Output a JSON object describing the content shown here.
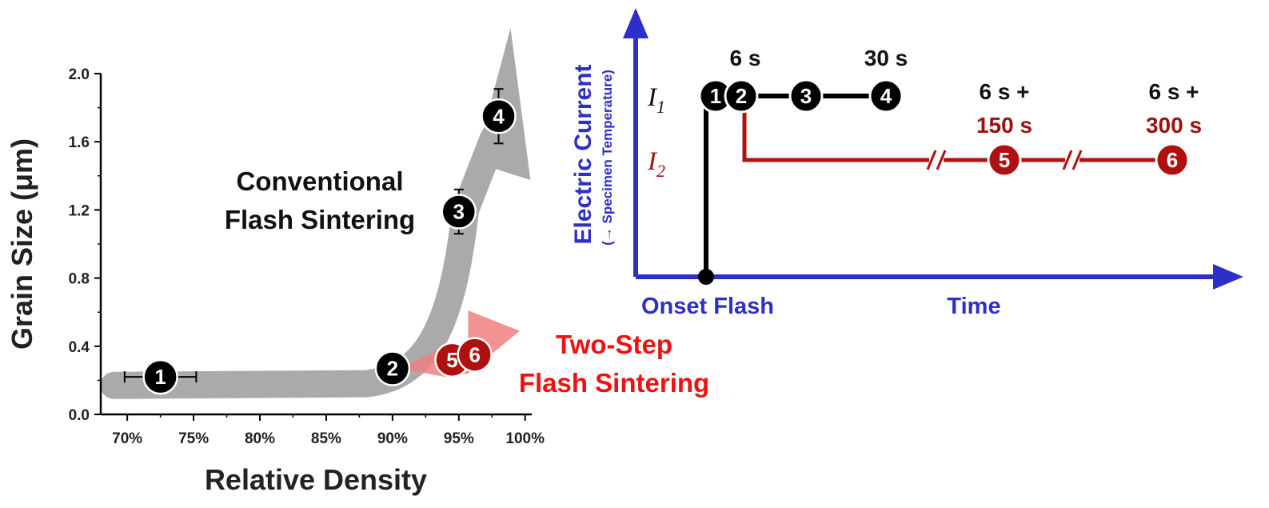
{
  "chart_data": [
    {
      "type": "scatter",
      "xlabel": "Relative Density",
      "ylabel": "Grain Size (μm)",
      "xlim": [
        68,
        100.5
      ],
      "ylim": [
        0,
        2.0
      ],
      "x_ticks": [
        "70%",
        "75%",
        "80%",
        "85%",
        "90%",
        "95%",
        "100%"
      ],
      "y_ticks": [
        "0.0",
        "0.4",
        "0.8",
        "1.2",
        "1.6",
        "2.0"
      ],
      "points": [
        {
          "label": "1",
          "x": 72.5,
          "y": 0.22,
          "xerr": [
            2.7,
            2.7
          ],
          "series": "conventional"
        },
        {
          "label": "2",
          "x": 90.0,
          "y": 0.27,
          "series": "conventional"
        },
        {
          "label": "3",
          "x": 95.0,
          "y": 1.19,
          "yerr": 0.13,
          "series": "conventional"
        },
        {
          "label": "4",
          "x": 98.0,
          "y": 1.75,
          "yerr": 0.16,
          "series": "conventional"
        },
        {
          "label": "5",
          "x": 94.5,
          "y": 0.32,
          "series": "two-step"
        },
        {
          "label": "6",
          "x": 96.2,
          "y": 0.35,
          "series": "two-step"
        }
      ],
      "annotations": {
        "conventional": [
          "Conventional",
          "Flash Sintering"
        ],
        "two_step": [
          "Two-Step",
          "Flash Sintering"
        ]
      },
      "colors": {
        "conventional": "#000000",
        "two_step": "#b01010",
        "two_step_text": "#ee1111",
        "arrow_gray": "#aaaaaa",
        "arrow_red": "#f08080"
      }
    },
    {
      "type": "line",
      "xlabel": "Time",
      "ylabel": "Electric Current",
      "ylabel_sub": "(→ Specimen Temperature)",
      "x_marker": "Onset Flash",
      "levels": {
        "I1": "I",
        "I1_sub": "1",
        "I2": "I",
        "I2_sub": "2"
      },
      "step_markers": [
        {
          "label": "1",
          "series": "I1"
        },
        {
          "label": "2",
          "series": "I1"
        },
        {
          "label": "3",
          "series": "I1"
        },
        {
          "label": "4",
          "series": "I1"
        },
        {
          "label": "5",
          "series": "I2"
        },
        {
          "label": "6",
          "series": "I2"
        }
      ],
      "time_labels": [
        {
          "text": "6 s",
          "color": "#000000"
        },
        {
          "text": "30 s",
          "color": "#000000"
        }
      ],
      "stacked_time_labels": [
        {
          "top": "6 s +",
          "bottom": "150 s"
        },
        {
          "top": "6 s +",
          "bottom": "300 s"
        }
      ],
      "colors": {
        "axis": "#2e2ec8",
        "I1": "#000000",
        "I2": "#b01010",
        "label_dark_red": "#a01010"
      }
    }
  ]
}
